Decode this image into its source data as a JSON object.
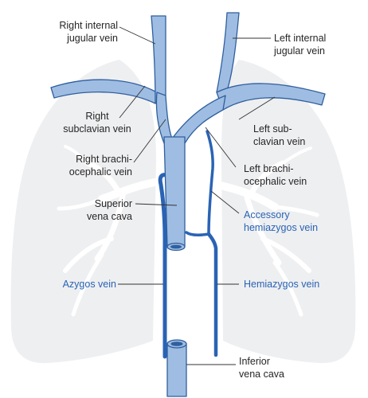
{
  "labels": {
    "right_internal_jugular": [
      "Right internal",
      "jugular vein"
    ],
    "left_internal_jugular": [
      "Left internal",
      "jugular vein"
    ],
    "right_subclavian": [
      "Right",
      "subclavian vein"
    ],
    "left_subclavian": [
      "Left sub-",
      "clavian vein"
    ],
    "right_brachiocephalic": [
      "Right brachi-",
      "ocephalic vein"
    ],
    "left_brachiocephalic": [
      "Left brachi-",
      "ocephalic vein"
    ],
    "superior_vena_cava": [
      "Superior",
      "vena cava"
    ],
    "accessory_hemiazygos": [
      "Accessory",
      "hemiazygos vein"
    ],
    "azygos": "Azygos vein",
    "hemiazygos": "Hemiazygos vein",
    "inferior_vena_cava": [
      "Inferior",
      "vena cava"
    ]
  },
  "colors": {
    "vein_fill": "#9fbde2",
    "vein_outline": "#2f5f9e",
    "azygos_vein": "#2a63b4",
    "lung_fill": "#eeeff1",
    "lung_airways": "#ffffff",
    "leader_line": "#333333",
    "highlight_text": "#2a63b4"
  }
}
